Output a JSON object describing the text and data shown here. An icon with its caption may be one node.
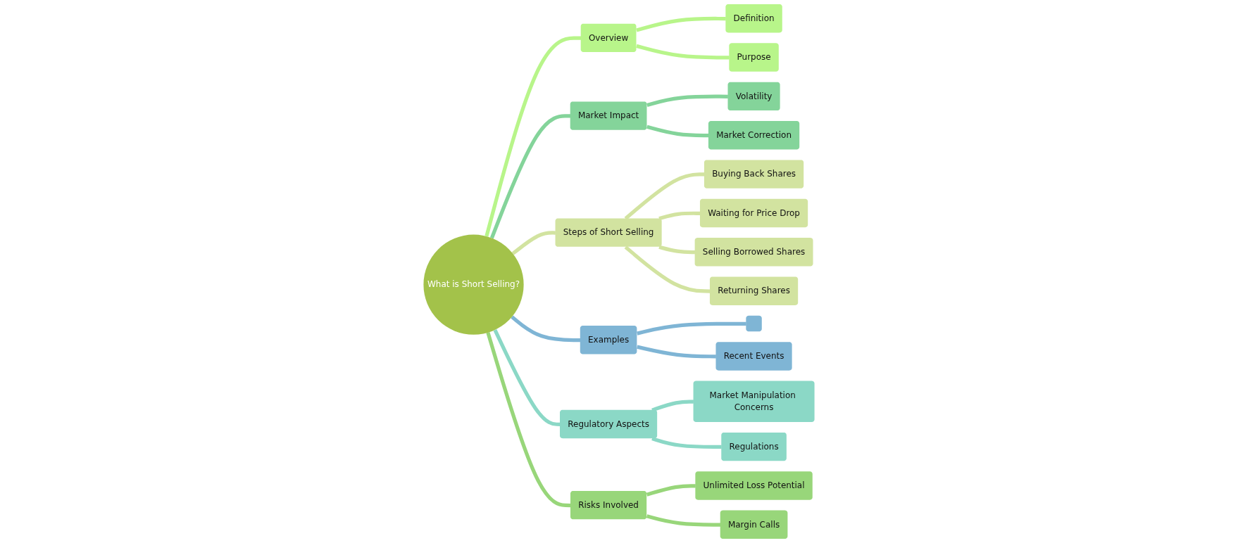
{
  "diagram": {
    "nodes": [
      {
        "text": [
          "What is Short Selling?"
        ]
      },
      {
        "text": [
          "Overview"
        ]
      },
      {
        "text": [
          "Definition"
        ]
      },
      {
        "text": [
          "Purpose"
        ]
      },
      {
        "text": [
          "Market Impact"
        ]
      },
      {
        "text": [
          "Volatility"
        ]
      },
      {
        "text": [
          "Market Correction"
        ]
      },
      {
        "text": [
          "Steps of Short Selling"
        ]
      },
      {
        "text": [
          "Buying Back Shares"
        ]
      },
      {
        "text": [
          "Waiting for Price Drop"
        ]
      },
      {
        "text": [
          "Selling Borrowed Shares"
        ]
      },
      {
        "text": [
          "Returning Shares"
        ]
      },
      {
        "text": [
          "Examples"
        ]
      },
      {
        "text": [],
        "shape": "box"
      },
      {
        "text": [
          "Recent Events"
        ]
      },
      {
        "text": [
          "Regulatory Aspects"
        ]
      },
      {
        "text": [
          "Market Manipulation Concerns"
        ]
      },
      {
        "text": [
          "Regulations"
        ]
      },
      {
        "text": [
          "Risks Involved"
        ]
      },
      {
        "text": [
          "Unlimited Loss Potential"
        ]
      },
      {
        "text": [
          "Margin Calls"
        ]
      }
    ],
    "edges": [
      {
        "from": 0,
        "to": 1,
        "arrow": "none",
        "color": "#b8f58a"
      },
      {
        "from": 1,
        "to": 2,
        "arrow": "none",
        "color": "#b8f58a"
      },
      {
        "from": 1,
        "to": 3,
        "arrow": "none",
        "color": "#b8f58a"
      },
      {
        "from": 0,
        "to": 4,
        "arrow": "none",
        "color": "#84d49a"
      },
      {
        "from": 4,
        "to": 5,
        "arrow": "none",
        "color": "#84d49a"
      },
      {
        "from": 4,
        "to": 6,
        "arrow": "none",
        "color": "#84d49a"
      },
      {
        "from": 0,
        "to": 7,
        "arrow": "none",
        "color": "#d2e3a0"
      },
      {
        "from": 7,
        "to": 8,
        "arrow": "none",
        "color": "#d2e3a0"
      },
      {
        "from": 7,
        "to": 9,
        "arrow": "none",
        "color": "#d2e3a0"
      },
      {
        "from": 7,
        "to": 10,
        "arrow": "none",
        "color": "#d2e3a0"
      },
      {
        "from": 7,
        "to": 11,
        "arrow": "none",
        "color": "#d2e3a0"
      },
      {
        "from": 0,
        "to": 12,
        "arrow": "none",
        "color": "#7fb5d5"
      },
      {
        "from": 12,
        "to": 13,
        "arrow": "none",
        "color": "#7fb5d5"
      },
      {
        "from": 12,
        "to": 14,
        "arrow": "none",
        "color": "#7fb5d5"
      },
      {
        "from": 0,
        "to": 15,
        "arrow": "none",
        "color": "#8bd8c6"
      },
      {
        "from": 15,
        "to": 16,
        "arrow": "none",
        "color": "#8bd8c6"
      },
      {
        "from": 15,
        "to": 17,
        "arrow": "none",
        "color": "#8bd8c6"
      },
      {
        "from": 0,
        "to": 18,
        "arrow": "none",
        "color": "#98d67a"
      },
      {
        "from": 18,
        "to": 19,
        "arrow": "none",
        "color": "#98d67a"
      },
      {
        "from": 18,
        "to": 20,
        "arrow": "none",
        "color": "#98d67a"
      }
    ]
  }
}
